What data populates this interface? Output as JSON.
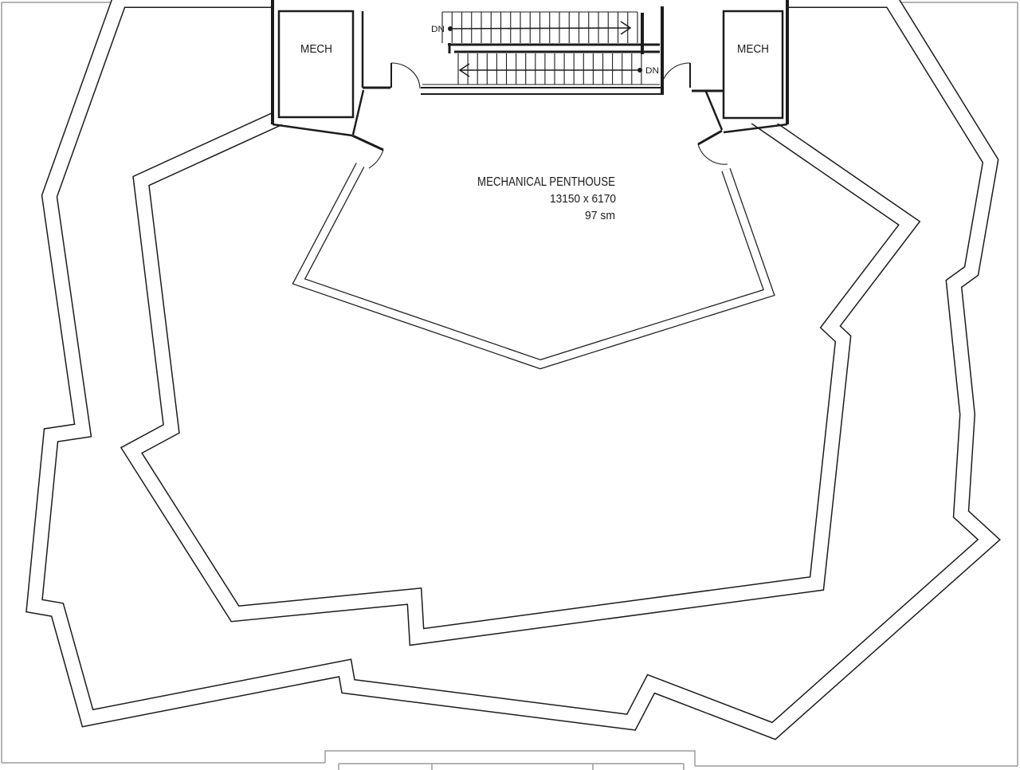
{
  "sheet": {
    "background": "#ffffff",
    "border_color": "#9b9b9b",
    "ink_color": "#1c1c1c"
  },
  "penthouse": {
    "title": "MECHANICAL PENTHOUSE",
    "dimensions": "13150 x 6170",
    "area": "97 sm"
  },
  "rooms": {
    "mech_left": "MECH",
    "mech_right": "MECH"
  },
  "stair": {
    "upper_down_label": "DN",
    "lower_down_label": "DN"
  }
}
